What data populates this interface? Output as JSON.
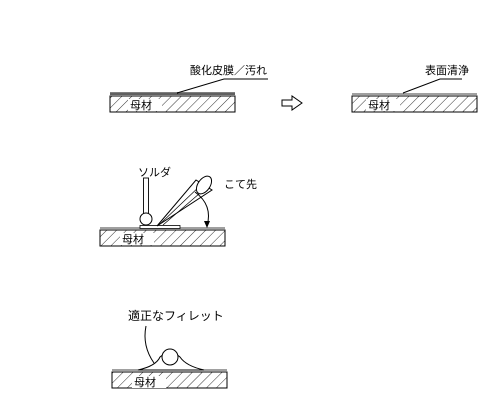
{
  "labels": {
    "oxide_film": "酸化皮膜／汚れ",
    "surface_clean": "表面清浄",
    "solder": "ソルダ",
    "iron_tip": "こて先",
    "proper_fillet": "適正なフィレット",
    "base_material": "母材"
  },
  "icons": {
    "transition_arrow": "hollow-right-arrow"
  },
  "colors": {
    "ink": "#000000",
    "paper": "#ffffff"
  }
}
